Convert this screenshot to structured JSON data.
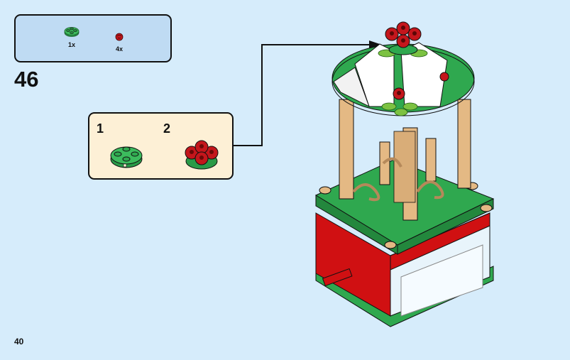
{
  "page": {
    "number": "40",
    "background": "#d6ecfb"
  },
  "step": {
    "number": "46"
  },
  "parts_list": {
    "items": [
      {
        "name": "green-round-plate-2x2",
        "quantity": "1x",
        "color": "#2fa84f"
      },
      {
        "name": "red-rose-flower",
        "quantity": "4x",
        "color": "#c4161c"
      }
    ]
  },
  "sub_assembly": {
    "steps": [
      {
        "label": "1",
        "part": "green-round-plate-2x2"
      },
      {
        "label": "2",
        "part": "plate-with-4-red-roses"
      }
    ]
  },
  "colors": {
    "green": "#2fa84f",
    "red": "#d01012",
    "tan": "#e4b984",
    "white": "#ffffff",
    "outline": "#111111"
  }
}
